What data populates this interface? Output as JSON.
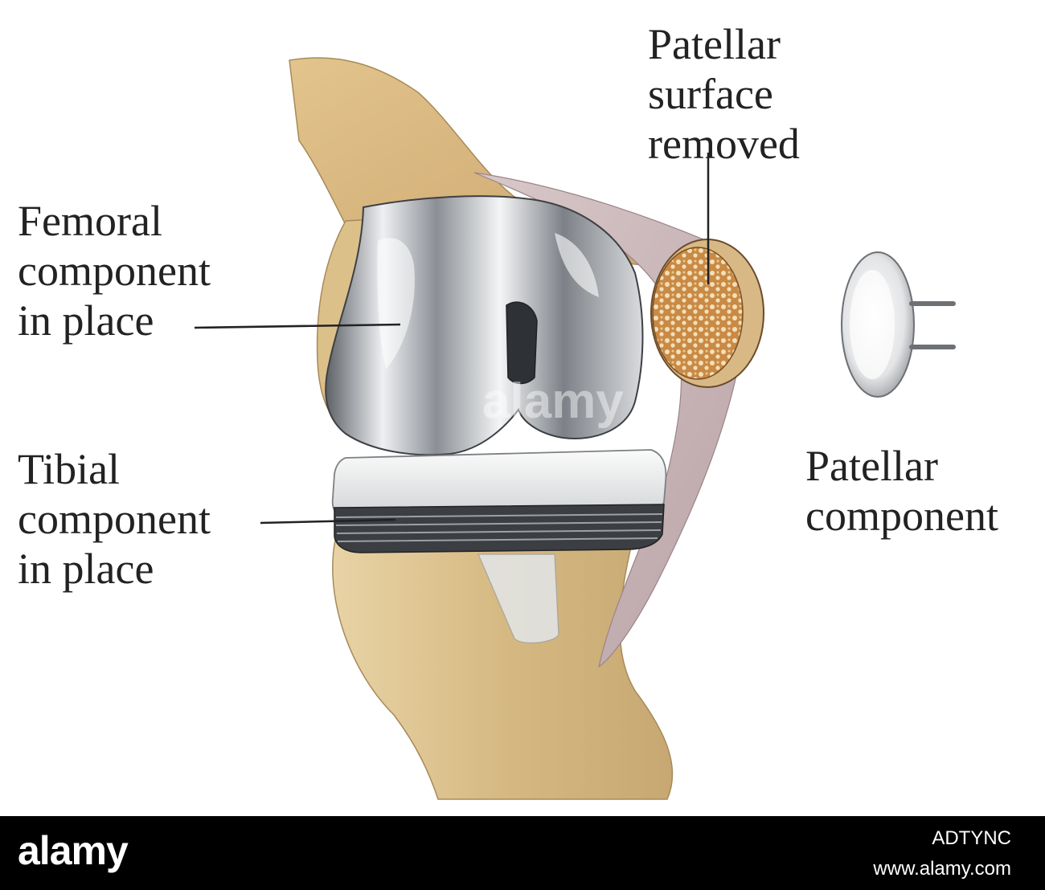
{
  "labels": {
    "femoral": [
      "Femoral",
      "component",
      "in place"
    ],
    "tibial": [
      "Tibial",
      "component",
      "in place"
    ],
    "patellar_surface": [
      "Patellar",
      "surface",
      "removed"
    ],
    "patellar_component": [
      "Patellar",
      "component"
    ]
  },
  "watermark": "alamy",
  "footer": {
    "brand": "alamy",
    "image_code": "ADTYNC",
    "site": "www.alamy.com"
  },
  "colors": {
    "bone": "#d9bd8a",
    "metal": "#c7c9cc",
    "tendon": "#c9b4b8",
    "cancellous": "#c98a45"
  }
}
